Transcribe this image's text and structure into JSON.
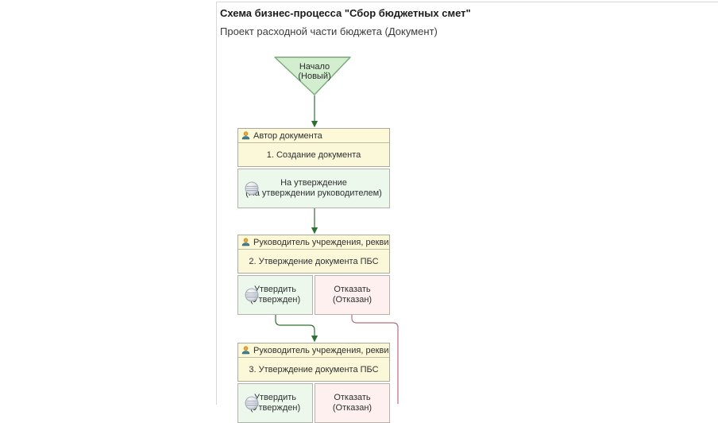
{
  "page": {
    "title": "Схема бизнес-процесса \"Сбор бюджетных смет\"",
    "subtitle": "Проект расходной части бюджета (Документ)"
  },
  "start": {
    "line1": "Начало",
    "line2": "(Новый)"
  },
  "blocks": [
    {
      "header": "Автор документа",
      "task": "1. Создание документа",
      "actions": [
        {
          "line1": "На утверждение",
          "line2": "(На утверждении руководителем)",
          "state": "green"
        }
      ]
    },
    {
      "header": "Руководитель учреждения, реквизит ...",
      "task": "2. Утверждение документа ПБС",
      "actions": [
        {
          "line1": "Утвердить",
          "line2": "(Утвержден)",
          "state": "green"
        },
        {
          "line1": "Отказать",
          "line2": "(Отказан)",
          "state": "pink"
        }
      ]
    },
    {
      "header": "Руководитель учреждения, реквизит ...",
      "task": "3. Утверждение документа ПБС",
      "actions": [
        {
          "line1": "Утвердить",
          "line2": "(Утвержден)",
          "state": "green"
        },
        {
          "line1": "Отказать",
          "line2": "(Отказан)",
          "state": "pink"
        }
      ]
    }
  ],
  "icons": {
    "header_icon": "person-icon",
    "action_icon": "sphere-icon"
  },
  "colors": {
    "start_fill": "#d3eecf",
    "start_border": "#79a879",
    "flow_approve": "#2e7031",
    "flow_reject": "#b76e7e",
    "header_fill": "#fdf8d7",
    "task_fill": "#fbf8da",
    "action_green_fill": "#edf8ed",
    "action_pink_fill": "#fdf0ee"
  }
}
